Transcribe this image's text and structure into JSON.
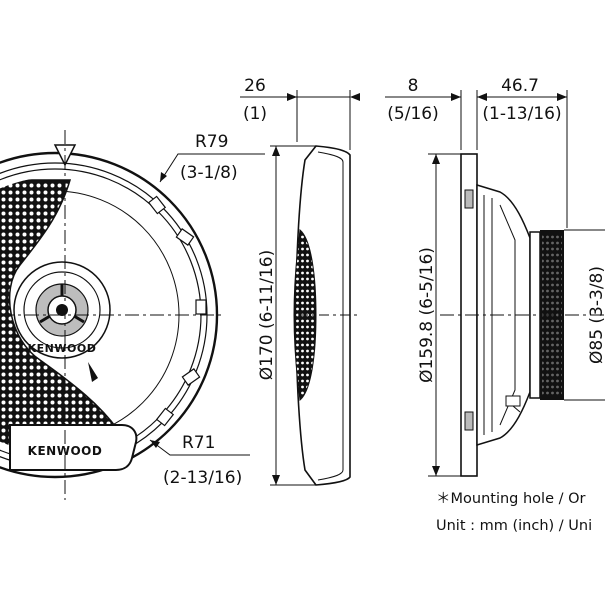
{
  "front_view": {
    "radius_outer": {
      "value": "R79",
      "inch": "(3-1/8)"
    },
    "radius_inner": {
      "value": "R71",
      "inch": "(2-13/16)"
    },
    "logo_center": "KENWOOD",
    "logo_bottom": "KENWOOD"
  },
  "side_view_1": {
    "depth": {
      "value": "26",
      "inch": "(1)"
    },
    "diameter": "Ø170 (6-11/16)"
  },
  "side_view_2": {
    "flange": {
      "value": "8",
      "inch": "(5/16)"
    },
    "depth": {
      "value": "46.7",
      "inch": "(1-13/16)"
    },
    "mounting_diameter": "Ø159.8 (6-5/16)",
    "magnet_diameter": "Ø85 (3-3/8)"
  },
  "notes": {
    "mounting_hole": "＊Mounting hole / Or",
    "unit": "Unit : mm (inch) / Uni"
  }
}
